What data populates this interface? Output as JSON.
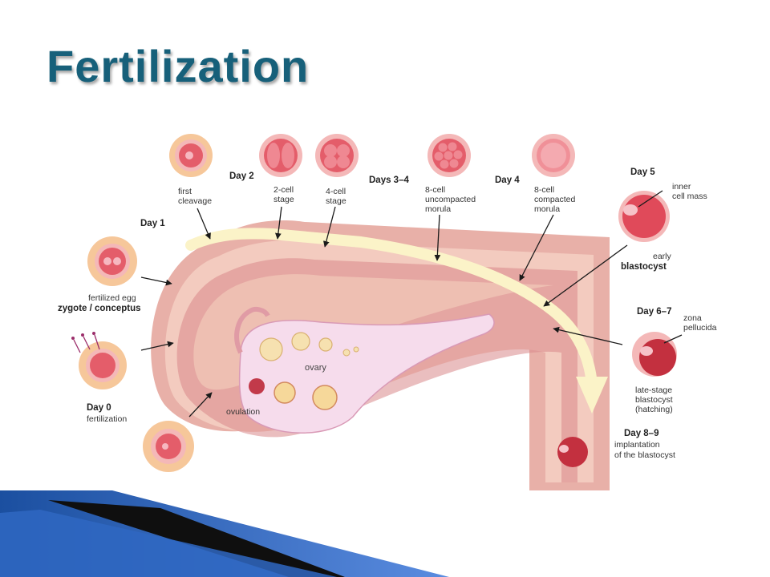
{
  "title": "Fertilization",
  "labels": {
    "day1": "Day 1",
    "first_cleavage": [
      "first",
      "cleavage"
    ],
    "day2": "Day 2",
    "two_cell": [
      "2-cell",
      "stage"
    ],
    "four_cell": [
      "4-cell",
      "stage"
    ],
    "days3_4": "Days 3–4",
    "eight_uncompacted": [
      "8-cell",
      "uncompacted",
      "morula"
    ],
    "day4": "Day 4",
    "eight_compacted": [
      "8-cell",
      "compacted",
      "morula"
    ],
    "day5": "Day 5",
    "inner_cell_mass": [
      "inner",
      "cell mass"
    ],
    "early": "early",
    "blastocyst": "blastocyst",
    "fertilized_egg": "fertilized egg",
    "zygote": "zygote / conceptus",
    "day0": "Day 0",
    "fertilization": "fertilization",
    "ovary": "ovary",
    "ovulation": "ovulation",
    "day6_7": "Day 6–7",
    "zona_pellucida": [
      "zona",
      "pellucida"
    ],
    "late_stage": [
      "late-stage",
      "blastocyst",
      "(hatching)"
    ],
    "day8_9": "Day 8–9",
    "implantation": [
      "implantation",
      "of the blastocyst"
    ]
  },
  "colors": {
    "title": "#17607a",
    "tube_outer": "#e8b0a8",
    "tube_mid": "#d9898a",
    "tube_inner": "#f3cbbf",
    "path": "#fbf3c8",
    "cell_fill": "#e45d6a",
    "cell_ring": "#f4b8b8",
    "corona": "#f6c79a",
    "ovary": "#f6dcec",
    "ribbon": "#1b4fa0"
  }
}
